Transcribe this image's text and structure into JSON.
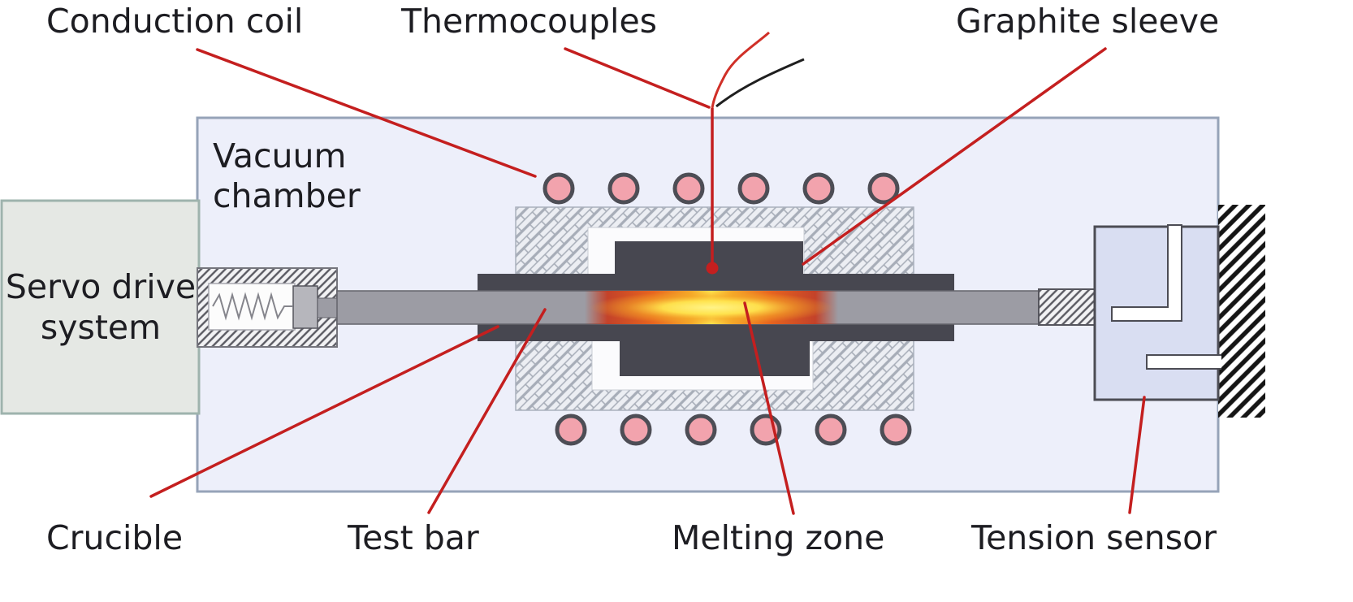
{
  "diagram": {
    "labels": {
      "conduction_coil": "Conduction coil",
      "thermocouples": "Thermocouples",
      "graphite_sleeve": "Graphite sleeve",
      "vacuum_chamber": "Vacuum chamber",
      "servo_drive_system": "Servo drive system",
      "crucible": "Crucible",
      "test_bar": "Test bar",
      "melting_zone": "Melting zone",
      "tension_sensor": "Tension sensor"
    },
    "colors": {
      "chamber_fill": "#edeffa",
      "chamber_border": "#96a3b8",
      "servo_fill": "#e5e8e4",
      "servo_border": "#9eb3ad",
      "coil_fill": "#f2a3ad",
      "coil_stroke": "#4d4d55",
      "graphite_sleeve": "#474750",
      "test_bar": "#9c9ca4",
      "melt_core": "#ffe44e",
      "melt_mid": "#f5a929",
      "melt_outer": "#c8381c",
      "sensor_fill": "#d9def2",
      "leader_line": "#c41f1f",
      "thermo_wire_red": "#d03028",
      "thermo_wire_black": "#1f1f1f"
    }
  }
}
